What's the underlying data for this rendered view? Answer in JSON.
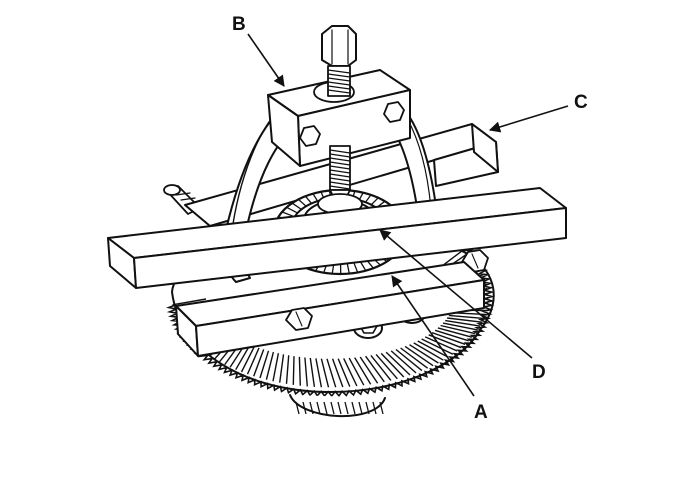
{
  "callouts": {
    "a": "A",
    "b": "B",
    "c": "C",
    "d": "D"
  },
  "colors": {
    "ink": "#111111",
    "paper": "#ffffff",
    "shade": "#d9d9d9"
  }
}
